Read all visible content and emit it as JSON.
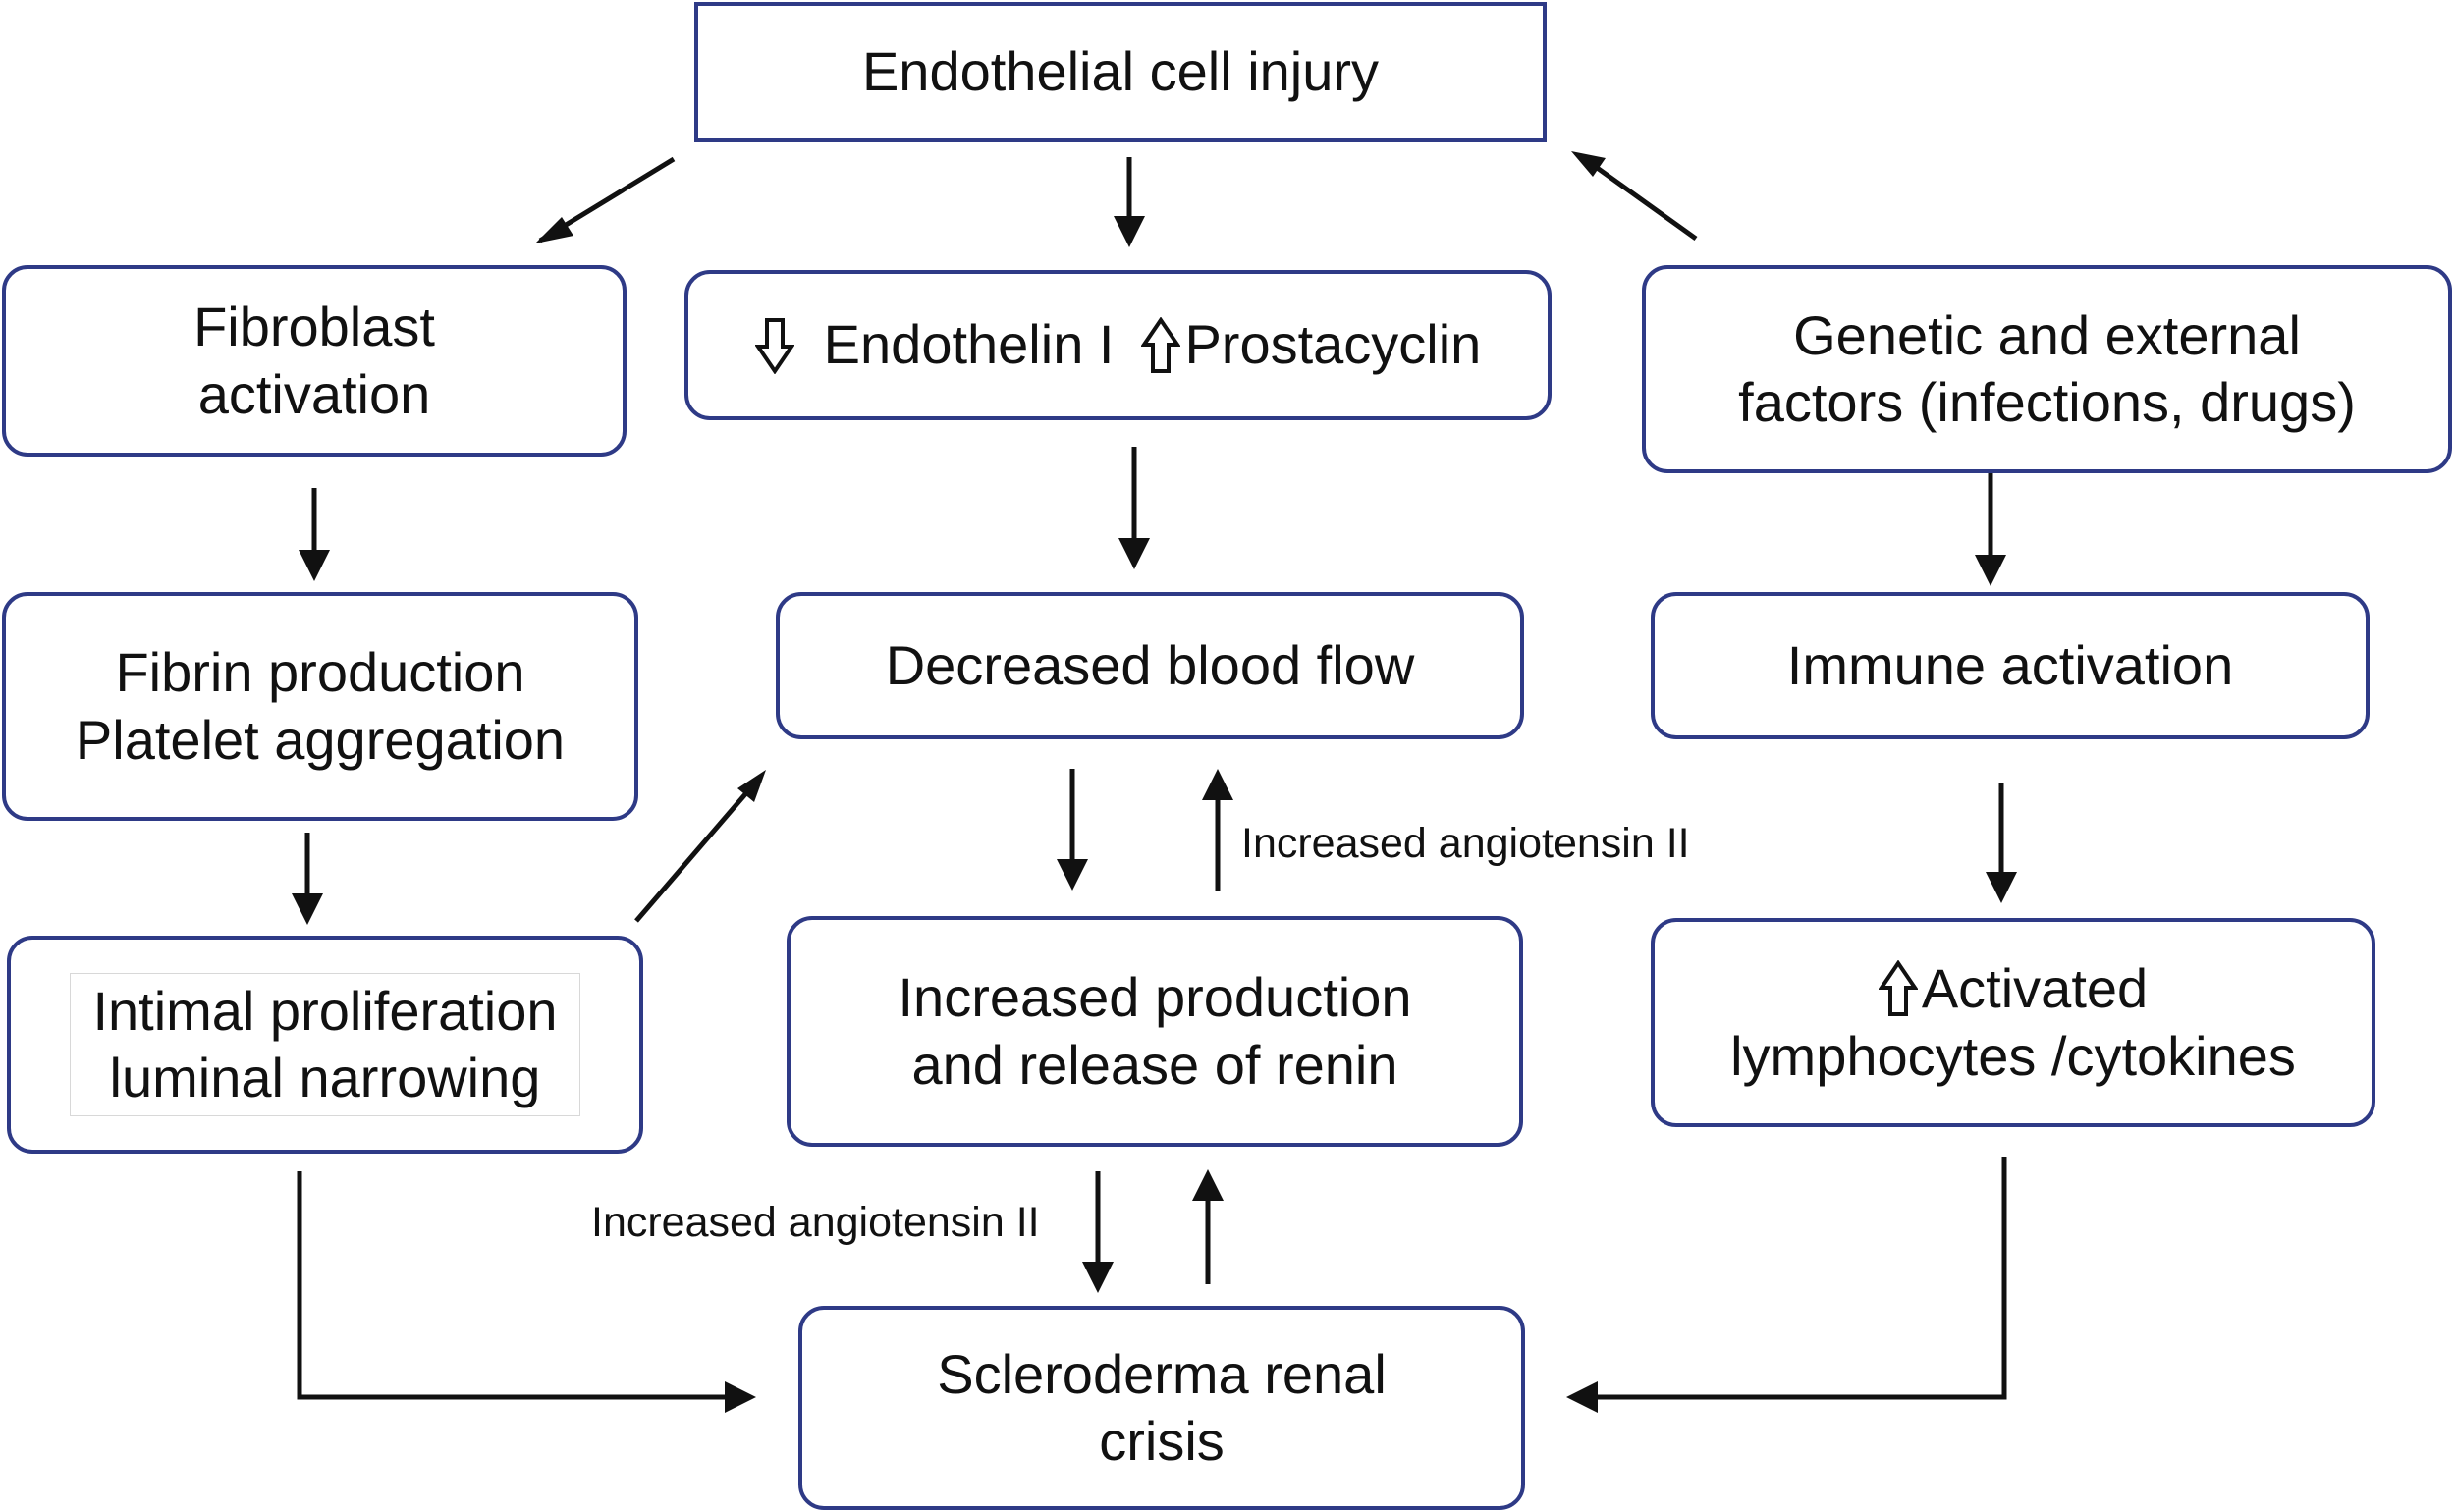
{
  "diagram": {
    "nodes": {
      "endothelial_injury": {
        "lines": [
          "Endothelial cell injury"
        ]
      },
      "fibroblast": {
        "lines": [
          "Fibroblast",
          "activation"
        ]
      },
      "endothelin": {
        "down_text": "Endothelin I",
        "up_text": "Prostacyclin"
      },
      "genetic": {
        "lines": [
          "Genetic and external",
          "factors (infections, drugs)"
        ]
      },
      "fibrin": {
        "lines": [
          "Fibrin production",
          "Platelet aggregation"
        ]
      },
      "blood_flow": {
        "lines": [
          "Decreased blood flow"
        ]
      },
      "immune": {
        "lines": [
          "Immune activation"
        ]
      },
      "intimal": {
        "lines": [
          "Intimal proliferation",
          "luminal narrowing"
        ]
      },
      "renin": {
        "lines": [
          "Increased production",
          "and release of renin"
        ]
      },
      "lymphocytes": {
        "line1": "Activated",
        "line2": "lymphocytes /cytokines"
      },
      "crisis": {
        "lines": [
          "Scleroderma renal",
          "crisis"
        ]
      }
    },
    "edge_labels": {
      "upper_angiotensin": "Increased angiotensin II",
      "lower_angiotensin": "Increased angiotensin II"
    },
    "colors": {
      "box_border": "#2e3a86",
      "arrow": "#111111",
      "text": "#111111"
    }
  }
}
